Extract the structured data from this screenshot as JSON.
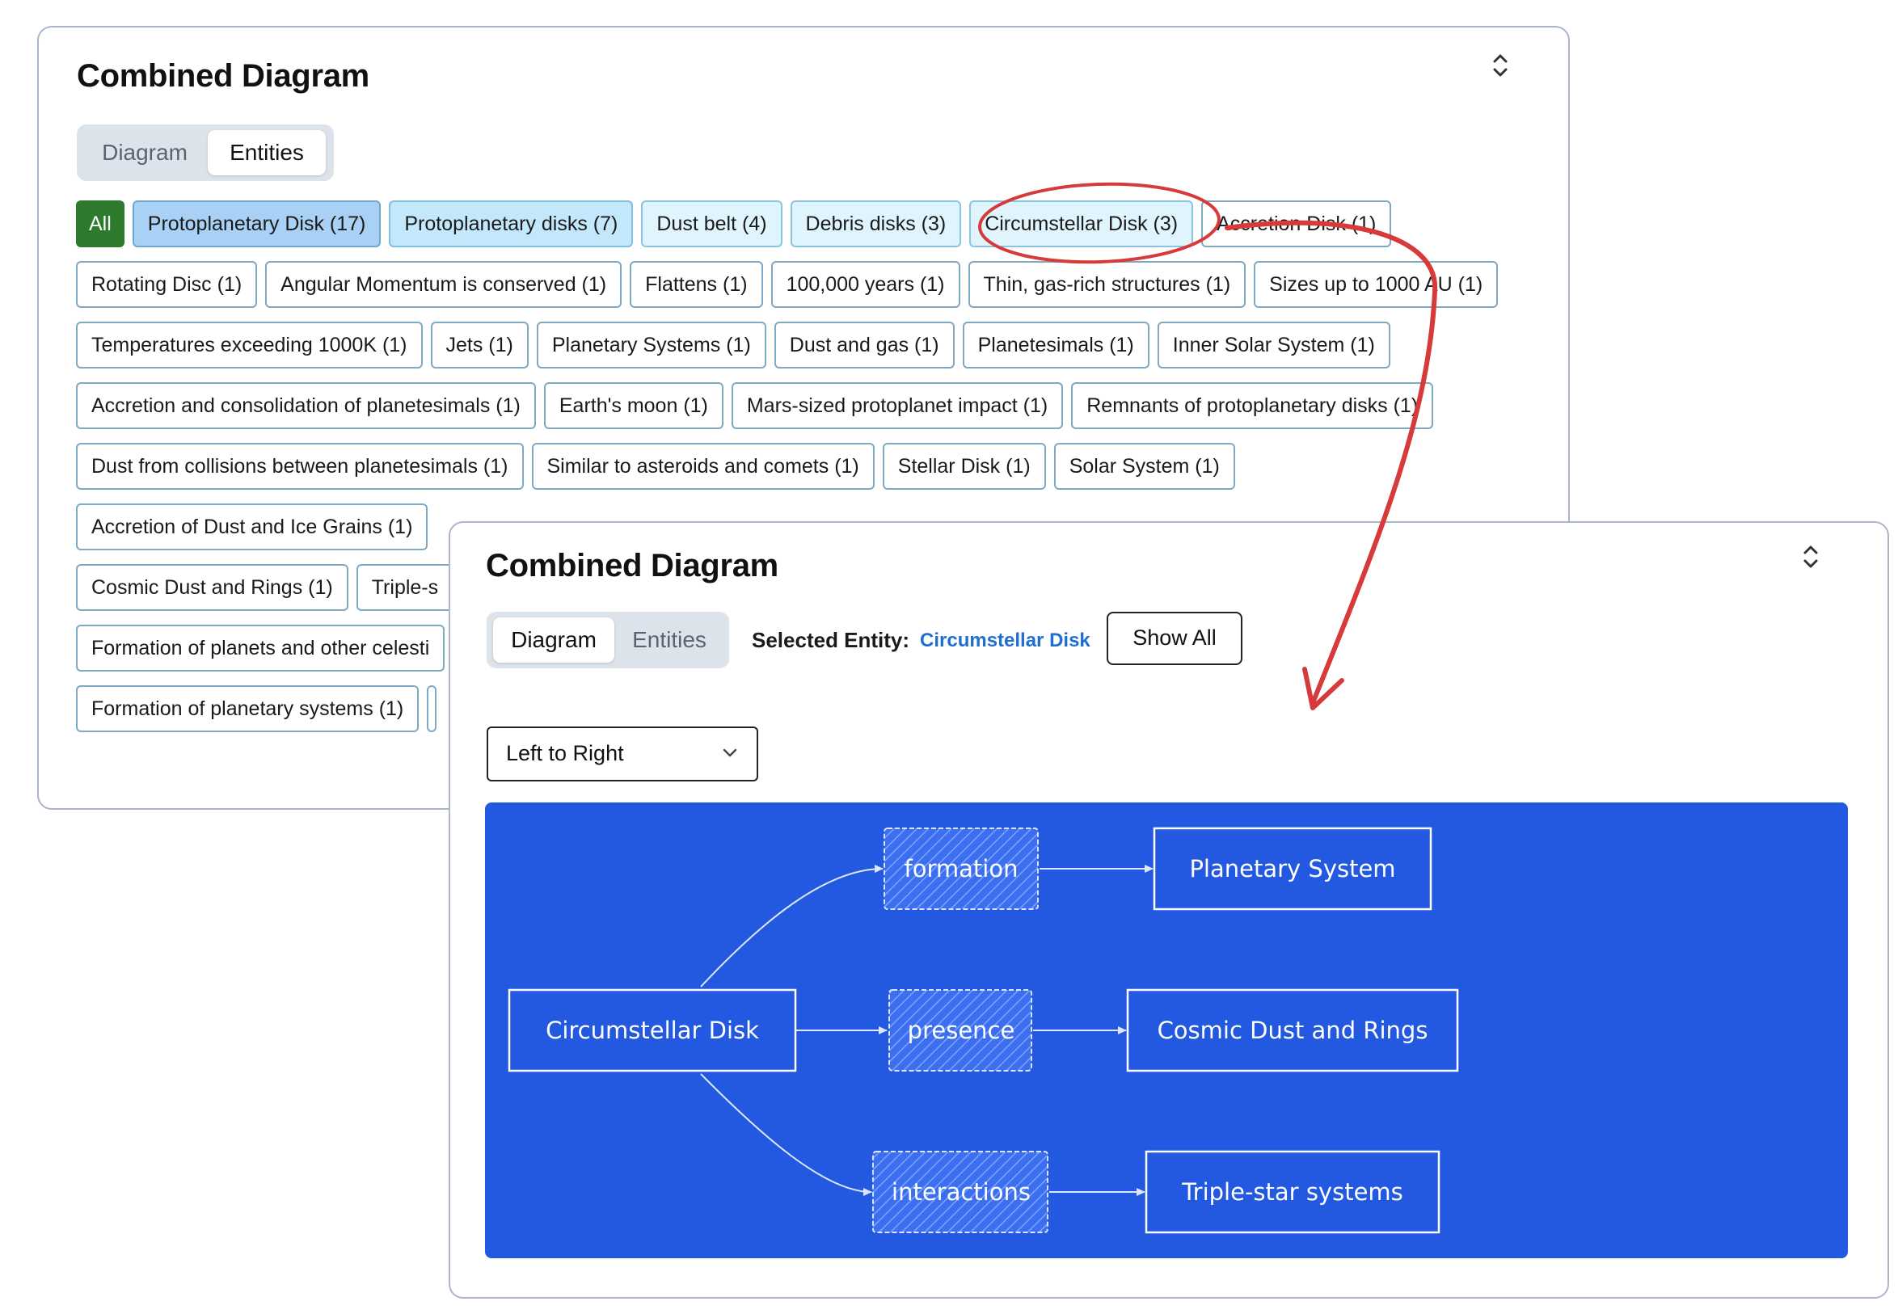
{
  "back_panel": {
    "title": "Combined Diagram",
    "tabs": [
      {
        "label": "Diagram",
        "active": false
      },
      {
        "label": "Entities",
        "active": true
      }
    ],
    "chips": [
      [
        {
          "label": "All",
          "style": "all"
        },
        {
          "label": "Protoplanetary Disk (17)",
          "style": "blue"
        },
        {
          "label": "Protoplanetary disks (7)",
          "style": "lblue"
        },
        {
          "label": "Dust belt (4)",
          "style": "pale"
        },
        {
          "label": "Debris disks (3)",
          "style": "pale"
        },
        {
          "label": "Circumstellar Disk (3)",
          "style": "pale"
        },
        {
          "label": "Accretion Disk (1)",
          "style": ""
        }
      ],
      [
        {
          "label": "Rotating Disc (1)",
          "style": ""
        },
        {
          "label": "Angular Momentum is conserved (1)",
          "style": ""
        },
        {
          "label": "Flattens (1)",
          "style": ""
        },
        {
          "label": "100,000 years (1)",
          "style": ""
        },
        {
          "label": "Thin, gas-rich structures (1)",
          "style": ""
        },
        {
          "label": "Sizes up to 1000 AU (1)",
          "style": ""
        }
      ],
      [
        {
          "label": "Temperatures exceeding 1000K (1)",
          "style": ""
        },
        {
          "label": "Jets (1)",
          "style": ""
        },
        {
          "label": "Planetary Systems (1)",
          "style": ""
        },
        {
          "label": "Dust and gas (1)",
          "style": ""
        },
        {
          "label": "Planetesimals (1)",
          "style": ""
        },
        {
          "label": "Inner Solar System (1)",
          "style": ""
        }
      ],
      [
        {
          "label": "Accretion and consolidation of planetesimals (1)",
          "style": ""
        },
        {
          "label": "Earth's moon (1)",
          "style": ""
        },
        {
          "label": "Mars-sized protoplanet impact (1)",
          "style": ""
        },
        {
          "label": "Remnants of protoplanetary disks (1)",
          "style": ""
        }
      ],
      [
        {
          "label": "Dust from collisions between planetesimals (1)",
          "style": ""
        },
        {
          "label": "Similar to asteroids and comets (1)",
          "style": ""
        },
        {
          "label": "Stellar Disk (1)",
          "style": ""
        },
        {
          "label": "Solar System (1)",
          "style": ""
        }
      ],
      [
        {
          "label": "Accretion of Dust and Ice Grains (1)",
          "style": ""
        }
      ],
      [
        {
          "label": "Cosmic Dust and Rings (1)",
          "style": ""
        },
        {
          "label": "Triple-s",
          "style": ""
        }
      ],
      [
        {
          "label": "Formation of planets and other celesti",
          "style": ""
        }
      ],
      [
        {
          "label": "Formation of planetary systems (1)",
          "style": ""
        },
        {
          "label": "",
          "style": ""
        }
      ]
    ]
  },
  "front_panel": {
    "title": "Combined Diagram",
    "tabs": [
      {
        "label": "Diagram",
        "active": true
      },
      {
        "label": "Entities",
        "active": false
      }
    ],
    "selected_entity_label": "Selected Entity:",
    "selected_entity_value": "Circumstellar Disk",
    "show_all_label": "Show All",
    "direction_select": {
      "value": "Left to Right"
    },
    "diagram": {
      "background": "#2259e0",
      "nodes": {
        "source": "Circumstellar Disk",
        "formation": "formation",
        "presence": "presence",
        "interactions": "interactions",
        "planetary_system": "Planetary System",
        "cosmic_dust": "Cosmic Dust and Rings",
        "triple_star": "Triple-star systems"
      }
    }
  },
  "colors": {
    "annotation_red": "#d63a3a",
    "diagram_blue": "#2259e0",
    "chip_green": "#2d7a2d"
  }
}
